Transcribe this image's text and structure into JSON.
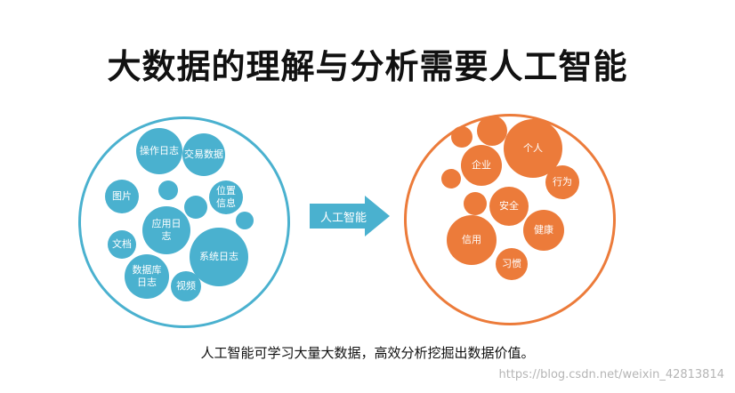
{
  "title": "大数据的理解与分析需要人工智能",
  "caption": "人工智能可学习大量大数据，高效分析挖掘出数据价值。",
  "watermark": "https://blog.csdn.net/weixin_42813814",
  "arrow_label": "人工智能",
  "colors": {
    "blue": "#4ab1cf",
    "orange": "#ec7b3a"
  },
  "left_bubbles": [
    "操作日志",
    "交易数据",
    "图片",
    "",
    "",
    "位置信息",
    "",
    "应用日志",
    "文档",
    "系统日志",
    "数据库日志",
    "视频"
  ],
  "right_bubbles": [
    "",
    "",
    "",
    "个人",
    "企业",
    "行为",
    "",
    "安全",
    "健康",
    "信用",
    "习惯"
  ]
}
